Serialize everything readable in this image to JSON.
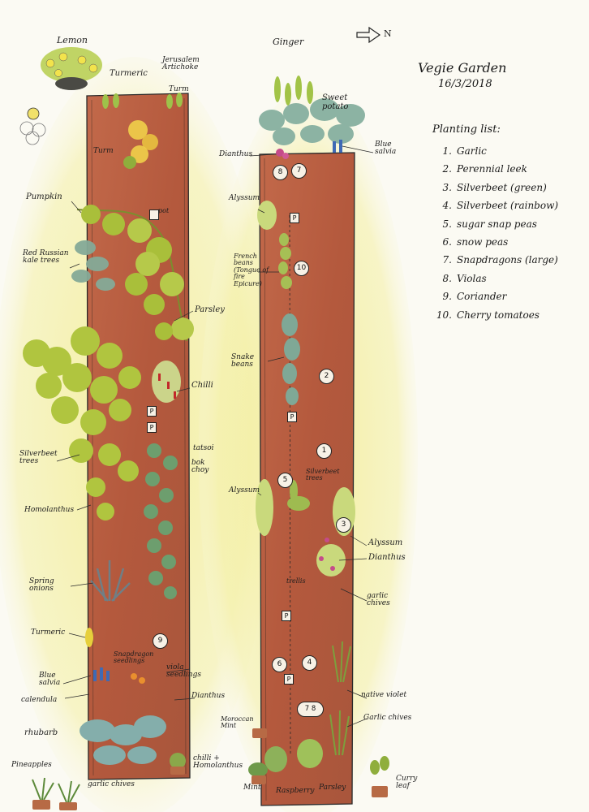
{
  "title": {
    "text": "Vegie Garden",
    "date": "16/3/2018"
  },
  "compass": {
    "label": "N"
  },
  "planting_list": {
    "heading": "Planting list:",
    "items": [
      {
        "num": "1.",
        "name": "Garlic"
      },
      {
        "num": "2.",
        "name": "Perennial leek"
      },
      {
        "num": "3.",
        "name": "Silverbeet (green)"
      },
      {
        "num": "4.",
        "name": "Silverbeet (rainbow)"
      },
      {
        "num": "5.",
        "name": "sugar snap peas"
      },
      {
        "num": "6.",
        "name": "snow peas"
      },
      {
        "num": "7.",
        "name": "Snapdragons (large)"
      },
      {
        "num": "8.",
        "name": "Violas"
      },
      {
        "num": "9.",
        "name": "Coriander"
      },
      {
        "num": "10.",
        "name": "Cherry tomatoes"
      }
    ]
  },
  "left_bed": {
    "labels": {
      "lemon": "Lemon",
      "turmeric_top": "Turmeric",
      "jerusalem_artichoke": "Jerusalem Artichoke",
      "turm_top": "Turm",
      "turm_mid": "Turm",
      "pumpkin": "Pumpkin",
      "pot": "pot",
      "red_russian_kale": "Red Russian kale trees",
      "parsley": "Parsley",
      "chilli": "Chilli",
      "silverbeet_trees": "Silverbeet trees",
      "tatsoi": "tatsoi",
      "bok_choy": "bok choy",
      "homolanthus": "Homolanthus",
      "spring_onions": "Spring onions",
      "turmeric_bottom": "Turmeric",
      "snapdragon_seedlings": "Snapdragon seedlings",
      "viola_seedlings": "viola seedlings",
      "blue_salvia": "Blue salvia",
      "calendula": "calendula",
      "dianthus": "Dianthus",
      "rhubarb": "rhubarb",
      "pineapples": "Pineapples",
      "garlic_chives": "garlic chives",
      "chilli_homolanthus": "chilli + Homolanthus"
    },
    "markers": {
      "p1": "P",
      "p2": "P",
      "nine": "9"
    }
  },
  "right_bed": {
    "labels": {
      "ginger": "Ginger",
      "sweet_potato": "Sweet potato",
      "dianthus_top": "Dianthus",
      "blue_salvia": "Blue salvia",
      "alyssum_top": "Alyssum",
      "french_beans": "French beans (Tongue of fire Epicure)",
      "snake_beans": "Snake beans",
      "alyssum_mid": "Alyssum",
      "silverbeet_trees": "Silverbeet trees",
      "trellis": "trellis",
      "alyssum_right": "Alyssum",
      "dianthus_right": "Dianthus",
      "garlic_chives_right": "garlic chives",
      "native_violet": "native violet",
      "garlic_chives_low": "Garlic chives",
      "moroccan_mint": "Moroccan Mint",
      "mint": "Mint",
      "raspberry": "Raspberry",
      "parsley": "Parsley",
      "curry_leaf": "Curry leaf"
    },
    "markers": {
      "c8": "8",
      "c7": "7",
      "c10": "10",
      "c2": "2",
      "c1": "1",
      "c5": "5",
      "c3": "3",
      "c6": "6",
      "c4": "4",
      "c78": "7 8",
      "p1": "P",
      "p2": "P",
      "p3": "P",
      "p4": "P"
    }
  },
  "colors": {
    "bed": "#b4593d",
    "bed_light": "#cf8a66",
    "grass": "#f3ee9a",
    "leaf": "#a9bf3a",
    "leaf_dark": "#6f8d2c",
    "kale": "#7fa898",
    "ink": "#1d1d1d"
  }
}
